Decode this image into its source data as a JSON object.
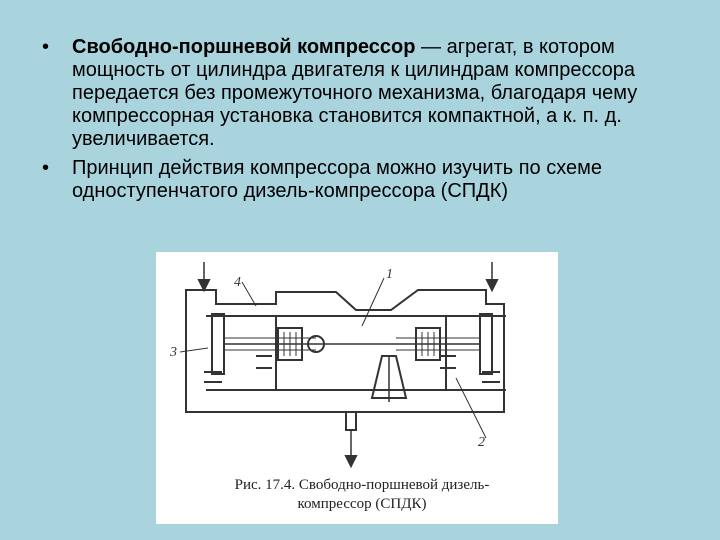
{
  "bullets": [
    {
      "term": "Свободно-поршневой компрессор",
      "text": " — агрегат, в котором мощность от цилиндра двигателя к цилиндрам компрессора передается без промежуточного механизма, благодаря чему компрессорная установка  становится компактной, а к. п. д.   увеличивается."
    },
    {
      "term": "",
      "text": "Принцип действия компрессора можно изучить по схеме одноступенчатого дизель-компрессора (СПДК)"
    }
  ],
  "figure": {
    "labels": {
      "l1": "1",
      "l2": "2",
      "l3": "3",
      "l4": "4"
    },
    "caption_line1": "Рис.   17.4.  Свободно-поршневой  дизель-",
    "caption_line2": "компрессор (СПДК)"
  }
}
